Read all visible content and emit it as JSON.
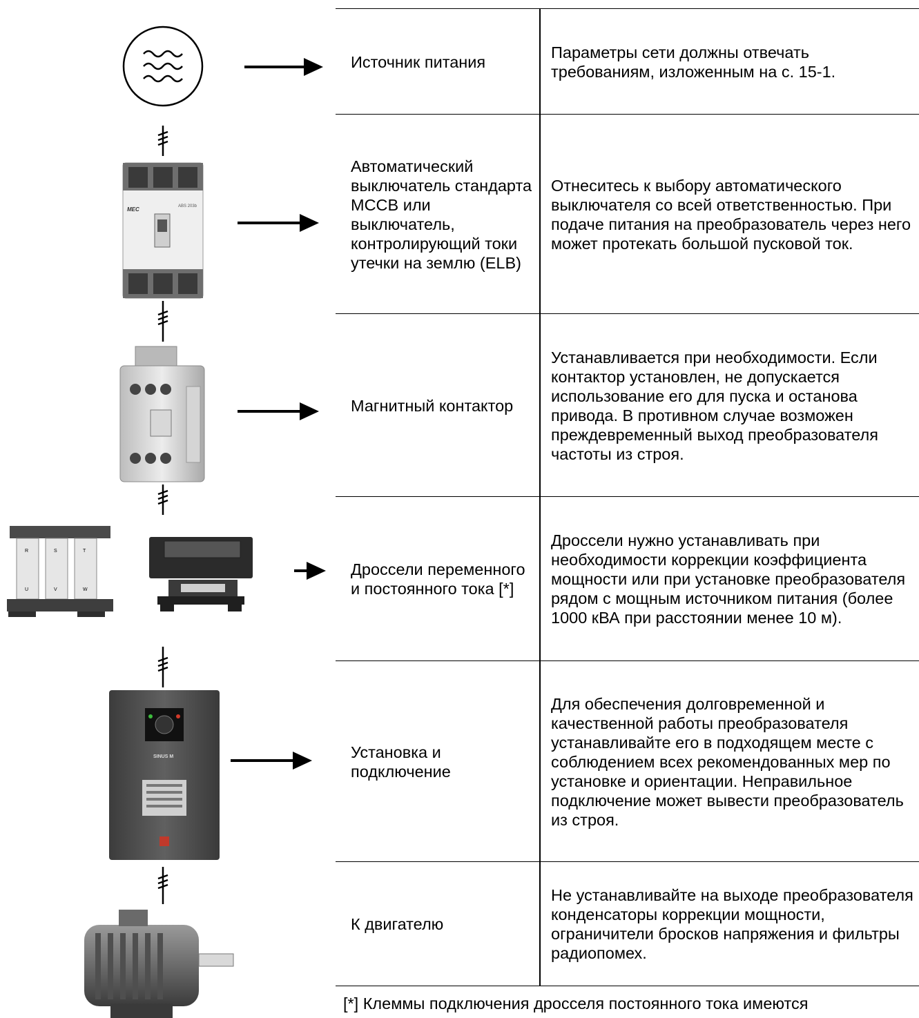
{
  "rows": [
    {
      "name": "Источник питания",
      "desc": "Параметры сети должны отвечать требованиям, изложенным на с. 15-1."
    },
    {
      "name": "Автоматический выключатель стандарта MCCB или выключатель, контролирующий токи утечки на землю (ELB)",
      "desc": "Отнеситесь к выбору автоматического выключателя со всей ответственностью. При подаче питания на преобразователь через него может протекать большой пусковой ток."
    },
    {
      "name": "Магнитный контактор",
      "desc": "Устанавливается при необходимости. Если контактор установлен, не допускается использование его для пуска и останова привода. В противном случае возможен преждевременный выход преобразователя частоты из строя."
    },
    {
      "name": "Дроссели переменного и постоянного тока [*]",
      "desc": "Дроссели нужно устанавливать при необходимости коррекции коэффициента мощности или при установке преобразователя рядом с мощным источником питания (более 1000 кВА при расстоянии менее 10 м)."
    },
    {
      "name": "Установка и подключение",
      "desc": "Для обеспечения долговременной и качественной работы преобразователя устанавливайте его в подходящем месте с соблюдением всех рекомендованных мер по установке и ориентации. Неправильное подключение может вывести преобразователь из строя."
    },
    {
      "name": "К двигателю",
      "desc": "Не устанавливайте на выходе преобразователя конденсаторы коррекции мощности, ограничители бросков напряжения и фильтры радиопомех."
    }
  ],
  "footnote": "[*] Клеммы подключения дросселя постоянного тока имеются",
  "device_labels": {
    "breaker_brand": "MEC",
    "breaker_model": "ABS 203b",
    "drive_model": "SINUS M",
    "reactor_phases": [
      "R",
      "S",
      "T",
      "U",
      "V",
      "W"
    ]
  }
}
